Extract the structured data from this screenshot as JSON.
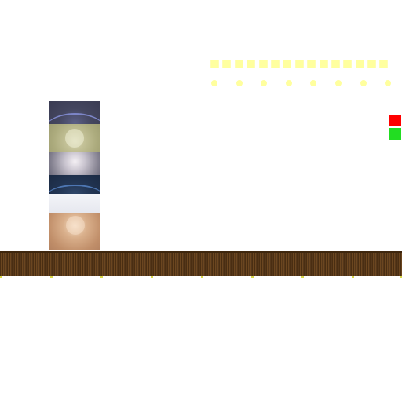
{
  "scene": {
    "background": "#ffffff",
    "square_tokens": {
      "count": 15,
      "color": "#ffff9e"
    },
    "dot_tokens": {
      "count": 8,
      "color": "#ffff9e"
    },
    "status_blocks": [
      {
        "name": "red-block",
        "color": "#ff0000"
      },
      {
        "name": "green-block",
        "color": "#22dd22"
      }
    ],
    "tile_stack": {
      "tiles": [
        "dark-purple-arc",
        "khaki-glow",
        "silver-glow",
        "navy-arc",
        "pale-white",
        "tan-glow"
      ]
    },
    "ground": {
      "color": "#5a3b1a",
      "marker_color": "#d8d84a",
      "marker_count": 9
    }
  }
}
